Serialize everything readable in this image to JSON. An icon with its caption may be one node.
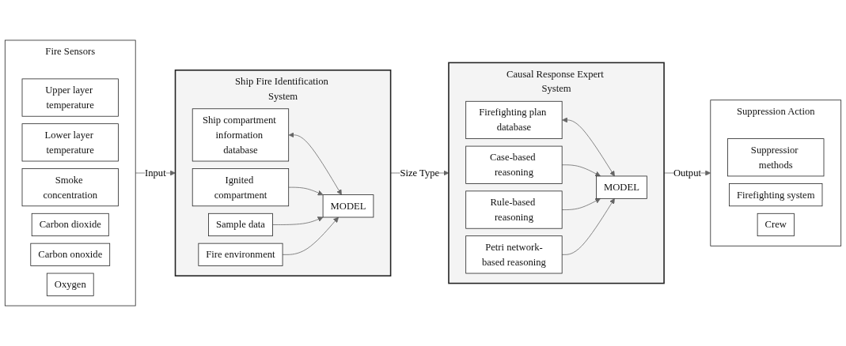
{
  "diagram": {
    "nodes": [
      {
        "text": [
          "Fire Sensors"
        ]
      },
      {
        "text": [
          "Upper layer temperature"
        ],
        "in": 0
      },
      {
        "text": [
          "Lower layer temperature"
        ],
        "in": 0
      },
      {
        "text": [
          "Smoke concentration"
        ],
        "in": 0
      },
      {
        "text": [
          "Carbon dioxide"
        ],
        "in": 0
      },
      {
        "text": [
          "Carbon onoxide"
        ],
        "in": 0
      },
      {
        "text": [
          "Oxygen"
        ],
        "in": 0
      },
      {
        "text": [
          "Ship Fire Identification System"
        ]
      },
      {
        "text": [
          "Ship compartment information database"
        ],
        "in": 7
      },
      {
        "text": [
          "Ignited compartment"
        ],
        "in": 7
      },
      {
        "text": [
          "Sample data"
        ],
        "in": 7
      },
      {
        "text": [
          "Fire environment"
        ],
        "in": 7
      },
      {
        "text": [
          "MODEL"
        ],
        "in": 7
      },
      {
        "text": [
          "Causal Response Expert System"
        ]
      },
      {
        "text": [
          "Firefighting plan database"
        ],
        "in": 13
      },
      {
        "text": [
          "Case-based reasoning"
        ],
        "in": 13
      },
      {
        "text": [
          "Rule-based reasoning"
        ],
        "in": 13
      },
      {
        "text": [
          "Petri network-based reasoning"
        ],
        "in": 13
      },
      {
        "text": [
          "MODEL"
        ],
        "in": 13
      },
      {
        "text": [
          "Suppression Action"
        ]
      },
      {
        "text": [
          "Suppressior methods"
        ],
        "in": 19
      },
      {
        "text": [
          "Firefighting system"
        ],
        "in": 19
      },
      {
        "text": [
          "Crew"
        ],
        "in": 19
      }
    ],
    "edges": [
      {
        "from": 0,
        "to": 7,
        "arrow": "to",
        "label": "Input"
      },
      {
        "from": 8,
        "to": 12,
        "arrow": "both"
      },
      {
        "from": 9,
        "to": 12,
        "arrow": "to"
      },
      {
        "from": 10,
        "to": 12,
        "arrow": "to"
      },
      {
        "from": 11,
        "to": 12,
        "arrow": "to"
      },
      {
        "from": 7,
        "to": 13,
        "arrow": "to",
        "label": "Size Type"
      },
      {
        "from": 14,
        "to": 18,
        "arrow": "both"
      },
      {
        "from": 15,
        "to": 18,
        "arrow": "to"
      },
      {
        "from": 16,
        "to": 18,
        "arrow": "to"
      },
      {
        "from": 17,
        "to": 18,
        "arrow": "to"
      },
      {
        "from": 13,
        "to": 19,
        "arrow": "to",
        "label": "Output"
      }
    ]
  }
}
